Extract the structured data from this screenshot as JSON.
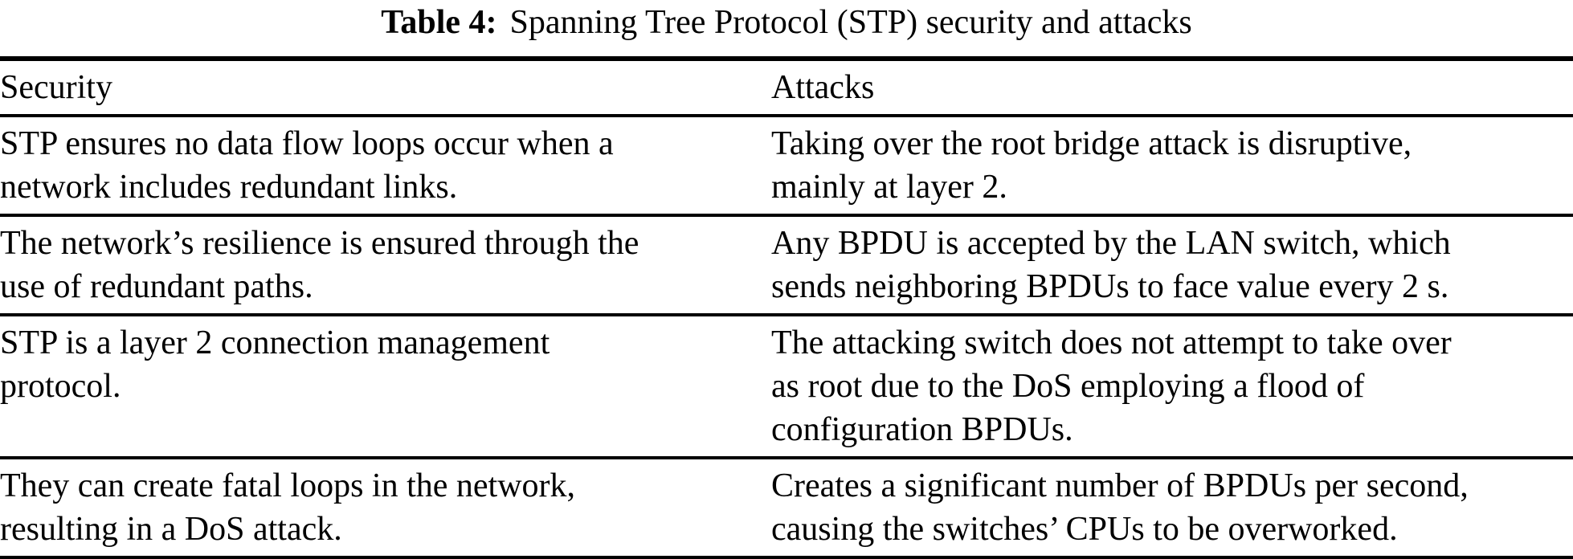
{
  "caption": {
    "label": "Table 4:",
    "title": "Spanning Tree Protocol (STP) security and attacks"
  },
  "columns": {
    "security": "Security",
    "attacks": "Attacks"
  },
  "rows": [
    {
      "security": "STP ensures no data flow loops occur when a\nnetwork includes redundant links.",
      "attacks": "Taking over the root bridge attack is disruptive,\nmainly at layer 2."
    },
    {
      "security": "The network’s resilience is ensured through the\nuse of redundant paths.",
      "attacks": "Any BPDU is accepted by the LAN switch, which\nsends neighboring BPDUs to face value every 2 s."
    },
    {
      "security": "STP is a layer 2 connection management\nprotocol.",
      "attacks": "The attacking switch does not attempt to take over\nas root due to the DoS employing a flood of\nconfiguration BPDUs."
    },
    {
      "security": "They can create fatal loops in the network,\nresulting in a DoS attack.",
      "attacks": "Creates a significant number of BPDUs per second,\ncausing the switches’ CPUs to be overworked."
    }
  ],
  "colors": {
    "text": "#000000",
    "background": "#ffffff",
    "rule": "#000000"
  }
}
